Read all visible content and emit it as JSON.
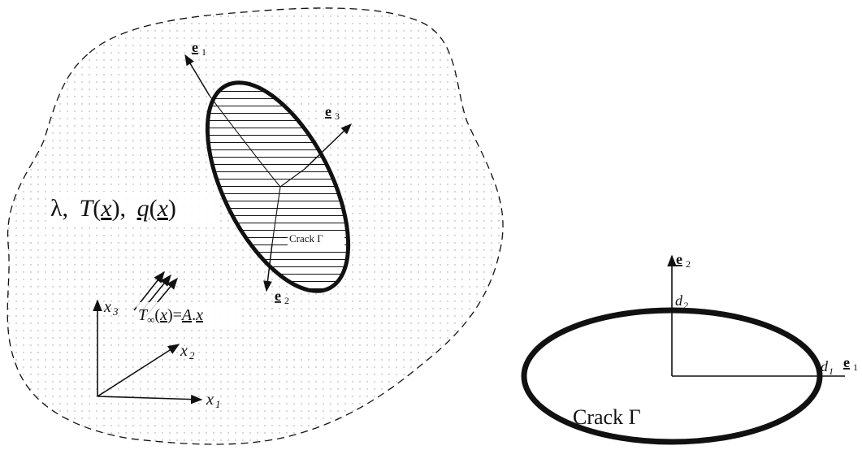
{
  "left_figure": {
    "material_label": "λ, T(x), q(x)",
    "material_parts": {
      "lambda": "λ,",
      "T": "T",
      "T_arg_open": "(",
      "T_arg": "x",
      "T_arg_close": "),",
      "q": "q",
      "q_arg_open": "(",
      "q_arg": "x",
      "q_arg_close": ")"
    },
    "crack_label": "Crack Γ",
    "local_axes": {
      "e1": "e",
      "e1_sub": "1",
      "e2": "e",
      "e2_sub": "2",
      "e3": "e",
      "e3_sub": "3"
    },
    "global_axes": {
      "x1": "x",
      "x1_sub": "1",
      "x2": "x",
      "x2_sub": "2",
      "x3": "x",
      "x3_sub": "3"
    },
    "far_field": {
      "T": "T",
      "T_sub": "∞",
      "arg": "(x)",
      "arg_open": "(",
      "arg_x": "x",
      "arg_close": ")",
      "eq": "=",
      "A": "A",
      "dot": ".",
      "x": "x"
    }
  },
  "right_figure": {
    "crack_label": "Crack Γ",
    "axes": {
      "e1": "e",
      "e1_sub": "1",
      "e2": "e",
      "e2_sub": "2"
    },
    "semi_axes": {
      "d1": "d",
      "d1_sub": "1",
      "d2": "d",
      "d2_sub": "2"
    }
  },
  "colors": {
    "line": "#111111",
    "dots": "#9a9a9a"
  }
}
